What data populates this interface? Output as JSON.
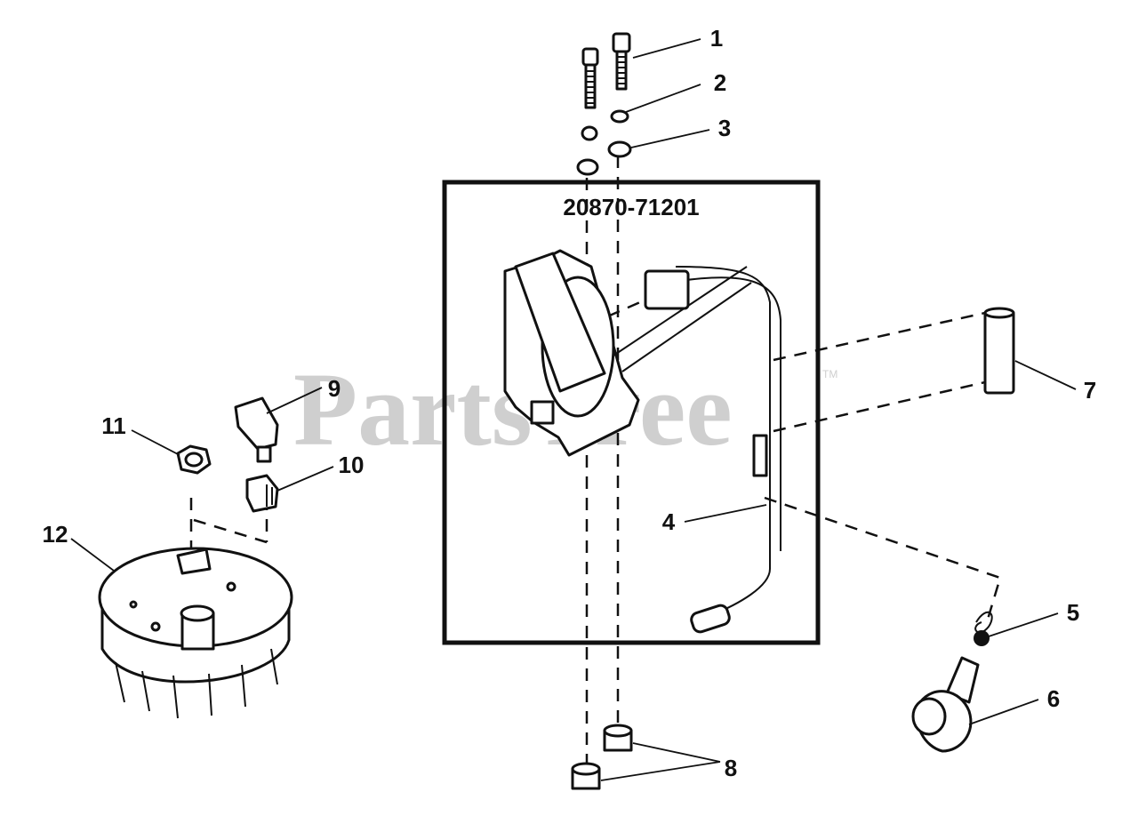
{
  "watermark": {
    "text": "PartsTree",
    "trademark": "TM"
  },
  "kit": {
    "part_number": "20870-71201"
  },
  "callouts": [
    "1",
    "2",
    "3",
    "4",
    "5",
    "6",
    "7",
    "8",
    "9",
    "10",
    "11",
    "12"
  ]
}
